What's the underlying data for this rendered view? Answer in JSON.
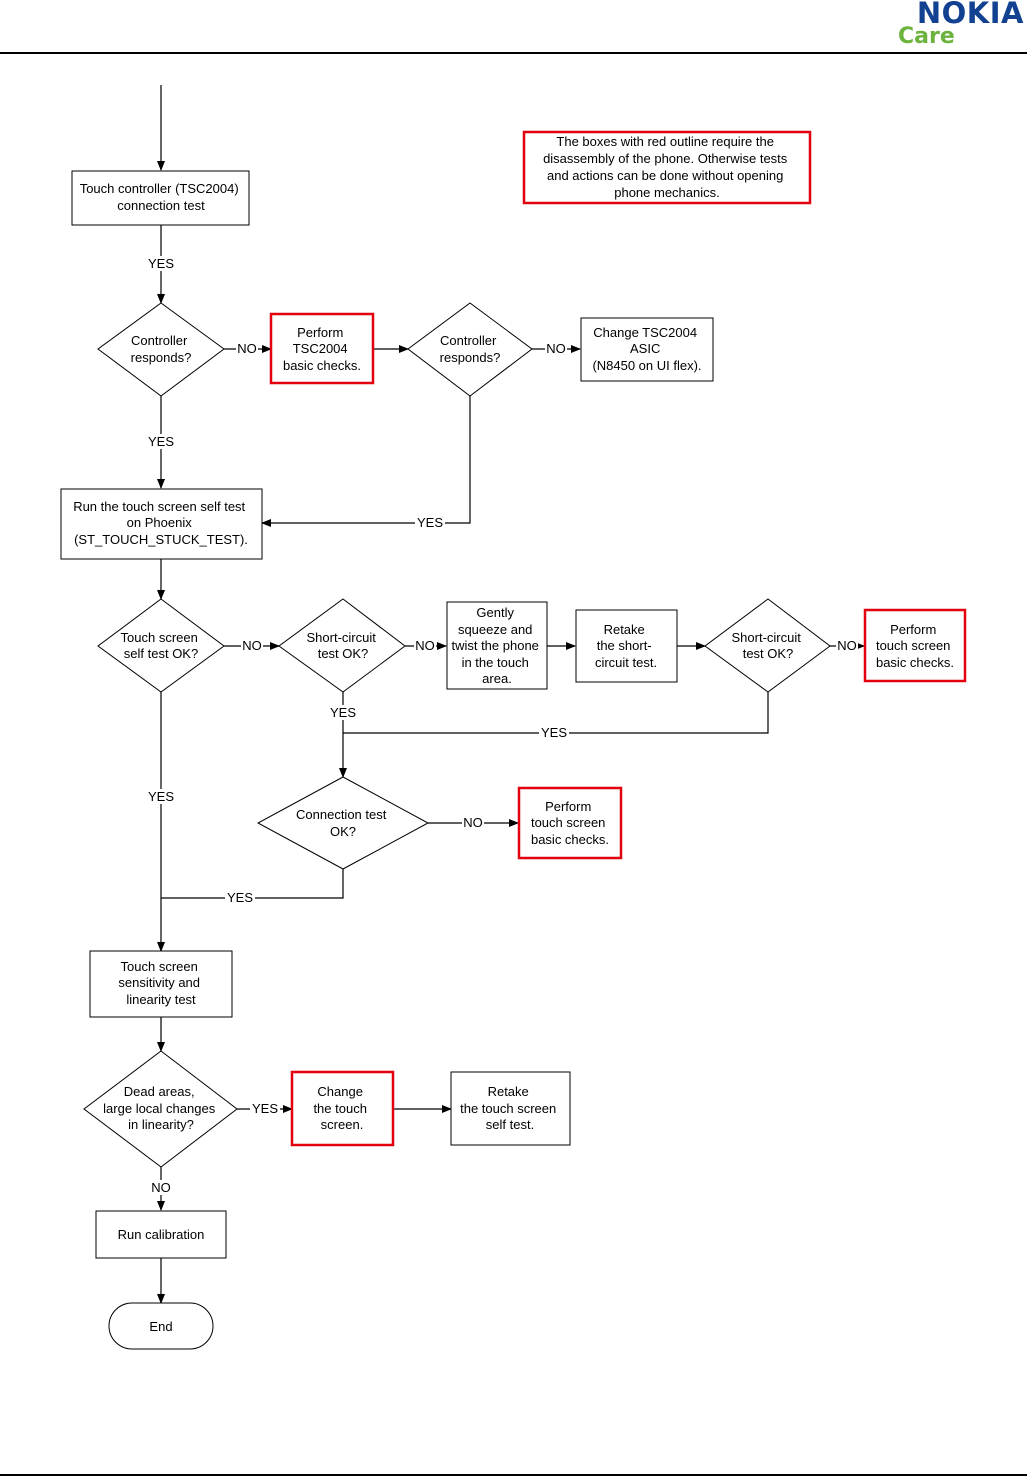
{
  "header": {
    "brand": "NOKIA",
    "sub": "Care"
  },
  "colors": {
    "brand_blue": "#124191",
    "care_green": "#6cb33e",
    "outline_red": "#e3000f"
  },
  "note": [
    "The boxes with red outline require the",
    "disassembly of the phone. Otherwise tests",
    "and actions can be done without opening",
    "phone mechanics."
  ],
  "nodes": {
    "touch_ctrl_test": [
      "Touch controller (TSC2004)",
      "connection test"
    ],
    "ctrl_responds_1": [
      "Controller",
      "responds?"
    ],
    "tsc_checks": [
      "Perform",
      "TSC2004",
      "basic checks."
    ],
    "ctrl_responds_2": [
      "Controller",
      "responds?"
    ],
    "change_tsc": [
      "Change TSC2004",
      "ASIC",
      "(N8450 on UI flex)."
    ],
    "self_test": [
      "Run the touch screen self test",
      "on Phoenix",
      "(ST_TOUCH_STUCK_TEST)."
    ],
    "self_test_ok": [
      "Touch screen",
      "self test OK?"
    ],
    "short_ok_1": [
      "Short-circuit",
      "test OK?"
    ],
    "squeeze": [
      "Gently",
      "squeeze and",
      "twist the phone",
      "in the touch",
      "area."
    ],
    "retake_short": [
      "Retake",
      "the short-",
      "circuit test."
    ],
    "short_ok_2": [
      "Short-circuit",
      "test OK?"
    ],
    "ts_checks_1": [
      "Perform",
      "touch screen",
      "basic checks."
    ],
    "conn_ok": [
      "Connection test",
      "OK?"
    ],
    "ts_checks_2": [
      "Perform",
      "touch screen",
      "basic checks."
    ],
    "sensitivity": [
      "Touch screen",
      "sensitivity and",
      "linearity test"
    ],
    "dead_areas": [
      "Dead areas,",
      "large local changes",
      "in linearity?"
    ],
    "change_screen": [
      "Change",
      "the touch",
      "screen."
    ],
    "retake_self": [
      "Retake",
      "the touch screen",
      "self test."
    ],
    "calibration": [
      "Run calibration"
    ],
    "end": [
      "End"
    ]
  },
  "edge_labels": {
    "yes": "YES",
    "no": "NO"
  }
}
